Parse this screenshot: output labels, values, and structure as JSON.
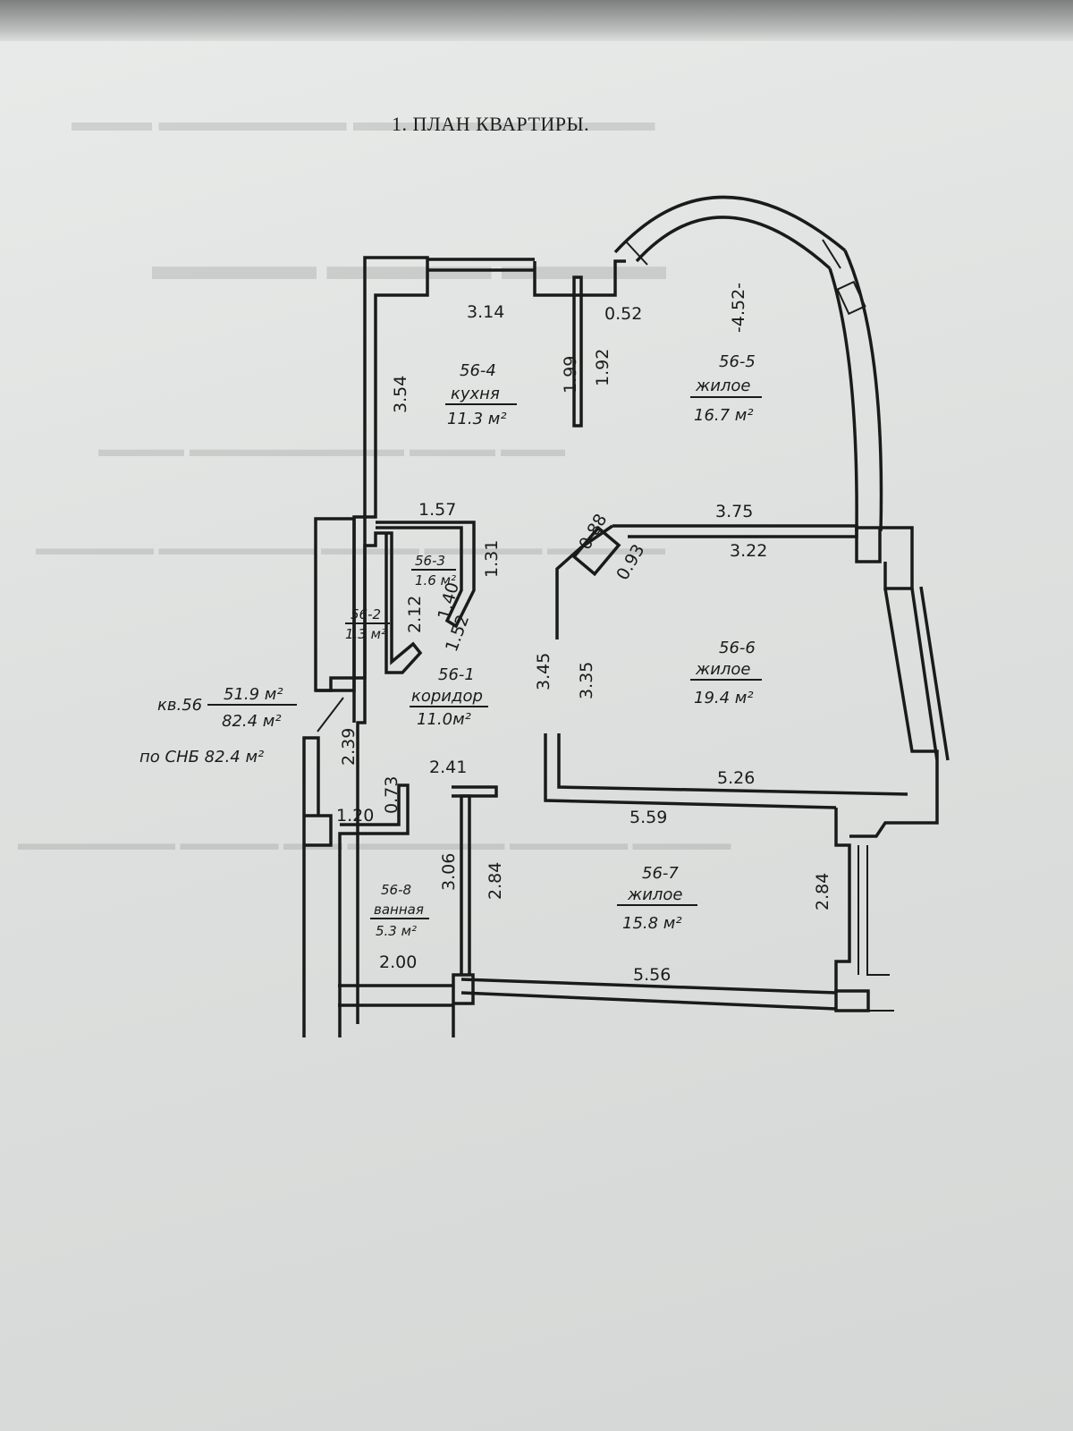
{
  "title": "1. ПЛАН КВАРТИРЫ.",
  "rooms": [
    {
      "id": "56-4",
      "name": "кухня",
      "area": "11.3 м²"
    },
    {
      "id": "56-5",
      "name": "жилое",
      "area": "16.7 м²"
    },
    {
      "id": "56-3",
      "name": "",
      "area": "1.6 м²"
    },
    {
      "id": "56-2",
      "name": "",
      "area": "1.3 м²"
    },
    {
      "id": "56-1",
      "name": "коридор",
      "area": "11.0м²"
    },
    {
      "id": "56-6",
      "name": "жилое",
      "area": "19.4 м²"
    },
    {
      "id": "56-8",
      "name": "ванная",
      "area": "5.3 м²"
    },
    {
      "id": "56-7",
      "name": "жилое",
      "area": "15.8 м²"
    }
  ],
  "summary": {
    "apartment": "кв.56",
    "living_area": "51.9 м²",
    "total_area": "82.4 м²",
    "snb_label": "по СНБ 82.4 м²"
  },
  "dimensions": {
    "d_3_14": "3.14",
    "d_0_52": "0.52",
    "d_4_52": "-4.52-",
    "d_3_54": "3.54",
    "d_1_99": "1.99",
    "d_1_92": "1.92",
    "d_1_57": "1.57",
    "d_1_31": "1.31",
    "d_2_12": "2.12",
    "d_1_40": "1.40",
    "d_1_52": "1.52",
    "d_0_88": "0.88",
    "d_0_93": "0.93",
    "d_3_75": "3.75",
    "d_3_22": "3.22",
    "d_3_45": "3.45",
    "d_3_35": "3.35",
    "d_2_39": "2.39",
    "d_2_41": "2.41",
    "d_0_73": "0.73",
    "d_1_20": "1.20",
    "d_5_26": "5.26",
    "d_5_59": "5.59",
    "d_3_06": "3.06",
    "d_2_84a": "2.84",
    "d_2_84b": "2.84",
    "d_2_00": "2.00",
    "d_5_56": "5.56"
  }
}
